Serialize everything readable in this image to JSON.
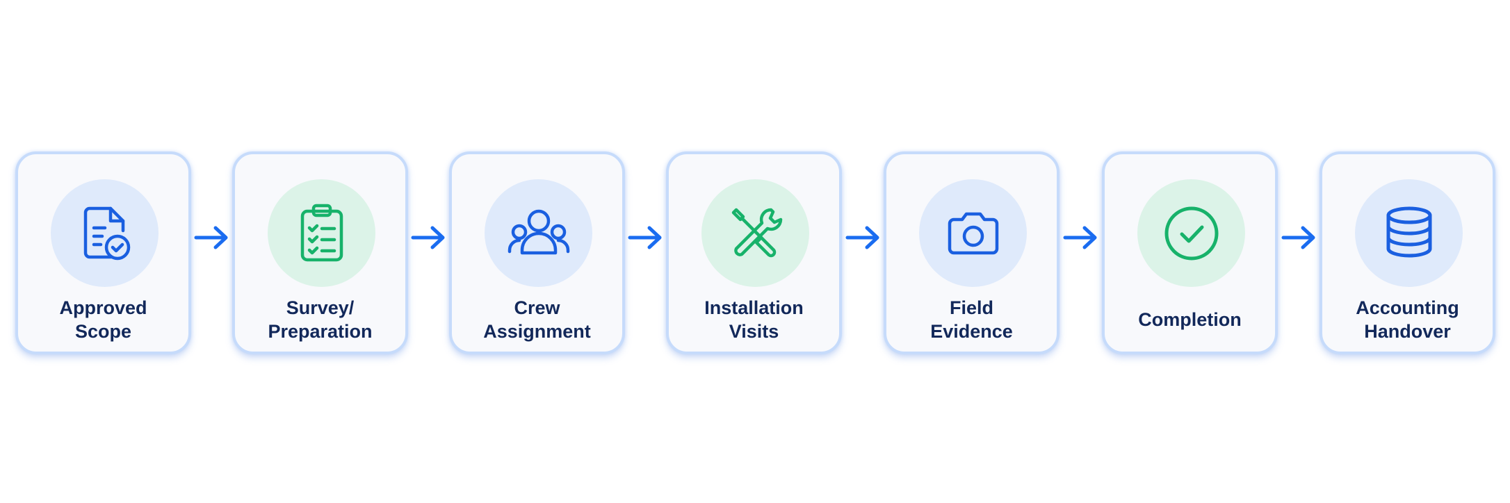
{
  "steps": [
    {
      "label": "Approved\nScope",
      "icon": "document-check-icon",
      "tone": "blue"
    },
    {
      "label": "Survey/\nPreparation",
      "icon": "clipboard-checklist-icon",
      "tone": "green"
    },
    {
      "label": "Crew\nAssignment",
      "icon": "team-icon",
      "tone": "blue"
    },
    {
      "label": "Installation\nVisits",
      "icon": "wrench-screwdriver-icon",
      "tone": "green"
    },
    {
      "label": "Field\nEvidence",
      "icon": "camera-icon",
      "tone": "blue"
    },
    {
      "label": "Completion",
      "icon": "check-circle-icon",
      "tone": "green"
    },
    {
      "label": "Accounting\nHandover",
      "icon": "database-icon",
      "tone": "blue"
    }
  ],
  "colors": {
    "blue_icon": "#1a5fe0",
    "green_icon": "#17b26a",
    "arrow": "#1a6cf0",
    "label_text": "#12285a",
    "card_border": "#c6dbfb"
  }
}
